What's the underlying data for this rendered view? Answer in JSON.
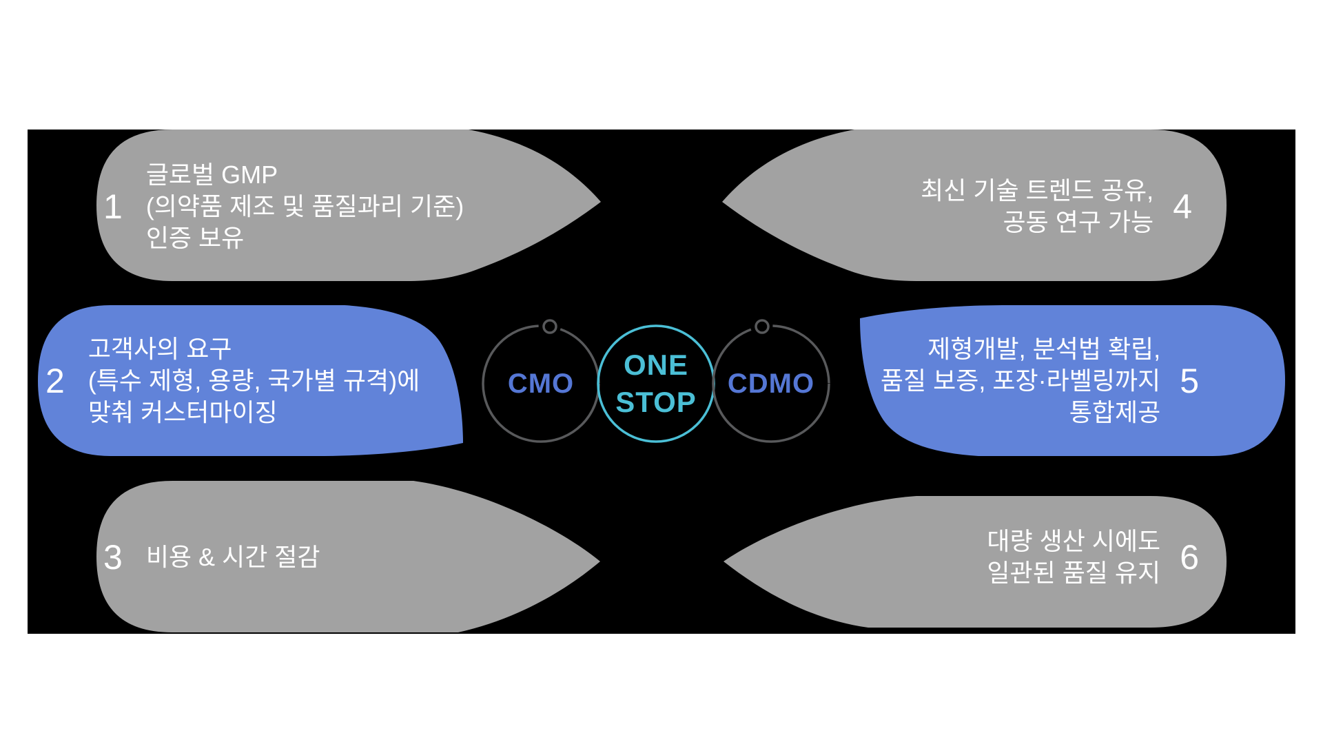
{
  "colors": {
    "panel_bg": "#000000",
    "gray_bubble": "#a2a2a2",
    "blue_bubble": "#6183d9",
    "accent_blue": "#5577d5",
    "teal": "#4bbfd6",
    "ring_gray": "#58595b",
    "text_white": "#ffffff"
  },
  "center": {
    "left_circle": {
      "label": "CMO"
    },
    "middle_circle": {
      "label_line1": "ONE",
      "label_line2": "STOP"
    },
    "right_circle": {
      "label": "CDMO"
    }
  },
  "bubbles": [
    {
      "number": "1",
      "style": "gray",
      "side": "left",
      "lines": [
        "글로벌 GMP",
        "(의약품 제조 및 품질과리 기준)",
        "인증 보유"
      ]
    },
    {
      "number": "2",
      "style": "blue",
      "side": "left",
      "lines": [
        "고객사의 요구",
        "(특수 제형, 용량, 국가별 규격)에",
        "맞춰 커스터마이징"
      ]
    },
    {
      "number": "3",
      "style": "gray",
      "side": "left",
      "lines": [
        "비용 & 시간 절감"
      ]
    },
    {
      "number": "4",
      "style": "gray",
      "side": "right",
      "lines": [
        "최신 기술 트렌드 공유,",
        "공동 연구 가능"
      ]
    },
    {
      "number": "5",
      "style": "blue",
      "side": "right",
      "lines": [
        "제형개발, 분석법 확립,",
        "품질 보증, 포장·라벨링까지",
        "통합제공"
      ]
    },
    {
      "number": "6",
      "style": "gray",
      "side": "right",
      "lines": [
        "대량 생산 시에도",
        "일관된 품질 유지"
      ]
    }
  ]
}
